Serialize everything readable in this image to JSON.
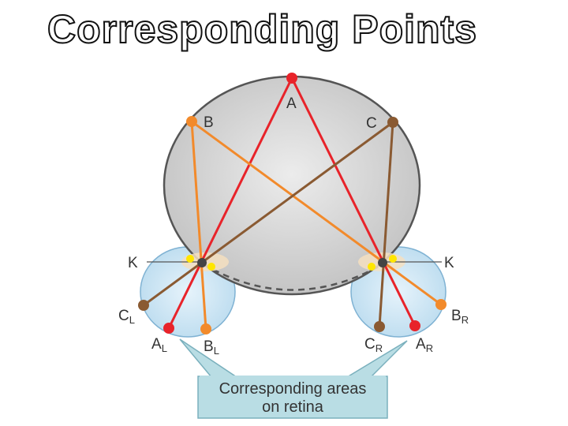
{
  "title": "Corresponding Points",
  "labels": {
    "A": "A",
    "B": "B",
    "C": "C",
    "K_left": "K",
    "K_right": "K",
    "CL_main": "C",
    "CL_sub": "L",
    "AL_main": "A",
    "AL_sub": "L",
    "BL_main": "B",
    "BL_sub": "L",
    "CR_main": "C",
    "CR_sub": "R",
    "AR_main": "A",
    "AR_sub": "R",
    "BR_main": "B",
    "BR_sub": "R"
  },
  "callout": {
    "line1": "Corresponding areas",
    "line2": "on retina"
  },
  "colors": {
    "A": "#e8232a",
    "B": "#f28a2b",
    "C": "#8a5a32",
    "nodal": "#444444",
    "eye_fill": "#d3e8f5",
    "horopter_fill": "#dcdcdc",
    "callout_fill": "#b9dde4"
  }
}
